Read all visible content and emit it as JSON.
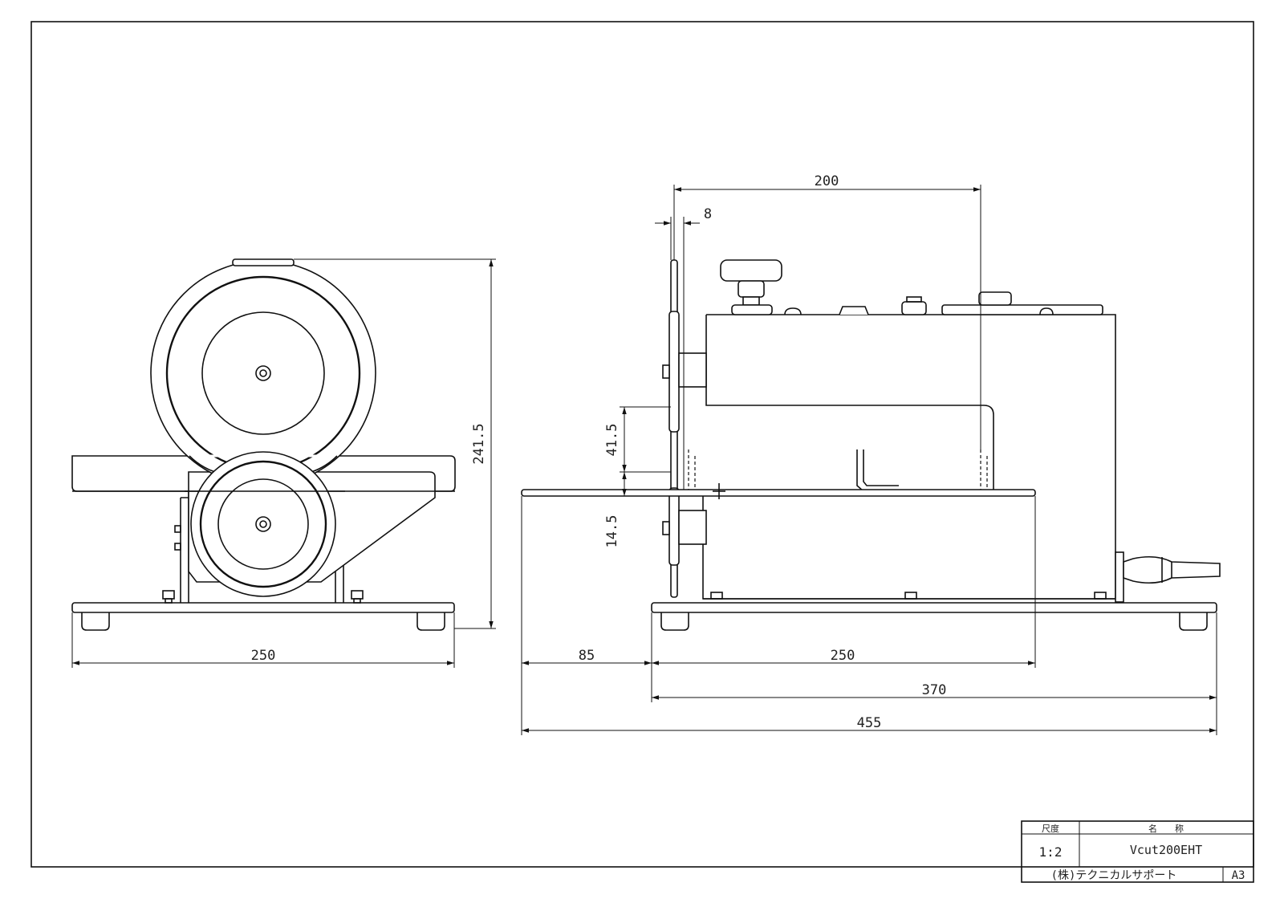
{
  "dimensions": {
    "front_width": "250",
    "front_height": "241.5",
    "side_top_width": "200",
    "side_blade_thickness": "8",
    "side_upper_height": "41.5",
    "side_lower_height": "14.5",
    "side_left_offset": "85",
    "side_table_width": "250",
    "side_base_width": "370",
    "side_total_width": "455"
  },
  "title_block": {
    "scale_label": "尺度",
    "scale_value": "1:2",
    "name_label": "名　　称",
    "name_value": "Vcut200EHT",
    "company": "(株)テクニカルサポート",
    "sheet_size": "A3"
  }
}
